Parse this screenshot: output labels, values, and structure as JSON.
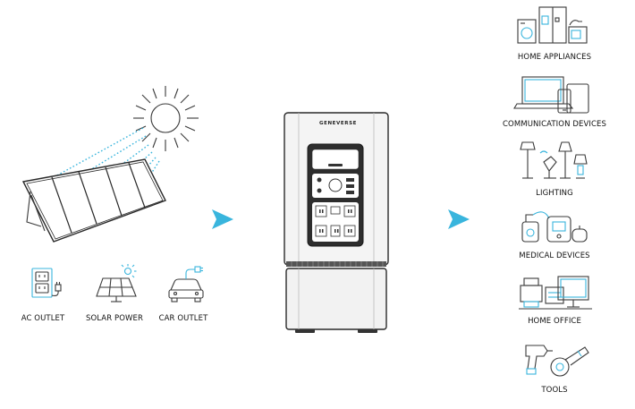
{
  "colors": {
    "accent": "#39b5dd",
    "line": "#3a3a3a",
    "device_body": "#2b2b2b"
  },
  "sources": [
    {
      "label": "AC OUTLET",
      "icon": "ac-outlet-icon"
    },
    {
      "label": "SOLAR POWER",
      "icon": "solar-panel-icon"
    },
    {
      "label": "CAR OUTLET",
      "icon": "car-charger-icon"
    }
  ],
  "device": {
    "brand": "GENEVERSE"
  },
  "outputs": [
    {
      "label": "HOME APPLIANCES",
      "icon": "home-appliances-icon"
    },
    {
      "label": "COMMUNICATION DEVICES",
      "icon": "communication-devices-icon"
    },
    {
      "label": "LIGHTING",
      "icon": "lamps-icon"
    },
    {
      "label": "MEDICAL DEVICES",
      "icon": "medical-devices-icon"
    },
    {
      "label": "HOME OFFICE",
      "icon": "home-office-icon"
    },
    {
      "label": "TOOLS",
      "icon": "power-tools-icon"
    }
  ]
}
